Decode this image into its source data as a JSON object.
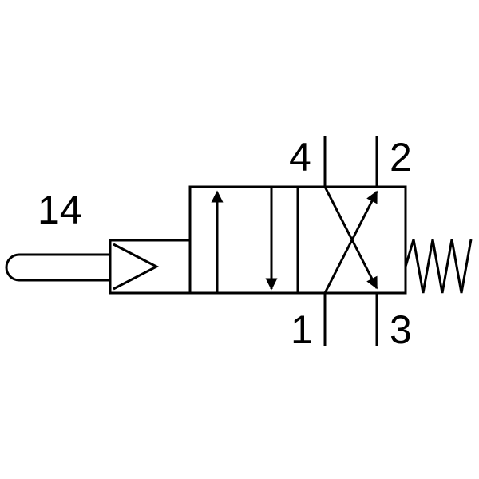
{
  "labels": {
    "pilot_port": "14",
    "port_4": "4",
    "port_2": "2",
    "port_1": "1",
    "port_3": "3"
  },
  "colors": {
    "stroke": "#000000",
    "background": "#ffffff"
  }
}
